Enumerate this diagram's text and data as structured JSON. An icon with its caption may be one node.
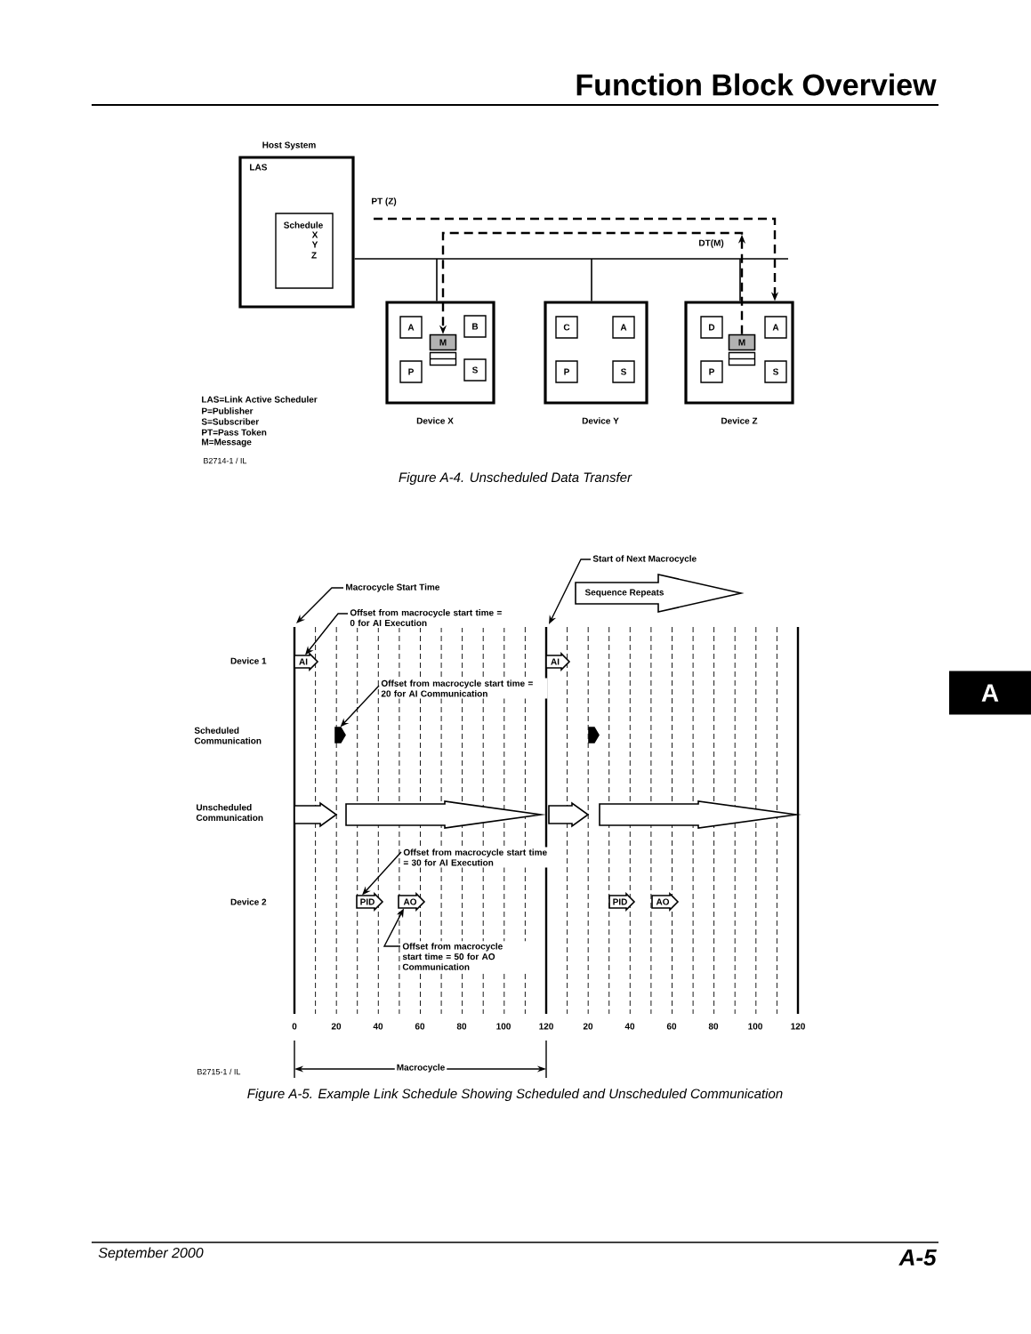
{
  "diagram": {
    "title": "Function Block Overview",
    "nodes": [
      {
        "text": [
          "Host System",
          "LAS"
        ]
      },
      {
        "text": [
          "Schedule",
          "X",
          "Y",
          "Z"
        ],
        "in": 0
      },
      {
        "text": [
          "Device X"
        ]
      },
      {
        "text": [
          "A"
        ],
        "in": 2
      },
      {
        "text": [
          "B"
        ],
        "in": 2
      },
      {
        "text": [
          "M"
        ],
        "in": 2
      },
      {
        "text": [
          "P"
        ],
        "in": 2
      },
      {
        "text": [
          "S"
        ],
        "in": 2
      },
      {
        "text": [
          "Device Y"
        ]
      },
      {
        "text": [
          "C"
        ],
        "in": 8
      },
      {
        "text": [
          "A"
        ],
        "in": 8
      },
      {
        "text": [
          "P"
        ],
        "in": 8
      },
      {
        "text": [
          "S"
        ],
        "in": 8
      },
      {
        "text": [
          "Device Z"
        ]
      },
      {
        "text": [
          "D"
        ],
        "in": 13
      },
      {
        "text": [
          "A"
        ],
        "in": 13
      },
      {
        "text": [
          "M"
        ],
        "in": 13
      },
      {
        "text": [
          "P"
        ],
        "in": 13
      },
      {
        "text": [
          "S"
        ],
        "in": 13
      },
      {
        "text": [
          "Start of Next Macrocycle"
        ]
      },
      {
        "text": [
          "Macrocycle Start Time"
        ]
      },
      {
        "text": [
          "Sequence Repeats"
        ]
      },
      {
        "text": [
          "Offset from macrocycle start time = 0 for AI Execution"
        ]
      },
      {
        "text": [
          "AI"
        ]
      },
      {
        "text": [
          "AI"
        ]
      },
      {
        "text": [
          "Offset from macrocycle start time = 20 for AI Communication"
        ]
      },
      {
        "text": [],
        "shape": "arrow"
      },
      {
        "text": [],
        "shape": "arrow"
      },
      {
        "text": [],
        "shape": "arrow"
      },
      {
        "text": [],
        "shape": "arrow"
      },
      {
        "text": [],
        "shape": "arrow"
      },
      {
        "text": [],
        "shape": "arrow"
      },
      {
        "text": [
          "Offset from macrocycle start time = 30 for AI Execution"
        ]
      },
      {
        "text": [
          "PID"
        ]
      },
      {
        "text": [
          "AO"
        ]
      },
      {
        "text": [
          "PID"
        ]
      },
      {
        "text": [
          "AO"
        ]
      },
      {
        "text": [
          "Offset from macrocycle start time = 50 for AO Communication"
        ]
      }
    ],
    "edges": [
      {
        "from": 0,
        "to": 2,
        "arrow": "none"
      },
      {
        "from": 0,
        "to": 8,
        "arrow": "none"
      },
      {
        "from": 0,
        "to": 13,
        "arrow": "none"
      },
      {
        "from": null,
        "to": 13,
        "arrow": "to",
        "label": "PT (Z)",
        "style": "dashed"
      },
      {
        "from": 16,
        "to": 5,
        "arrow": "to",
        "label": "DT(M)",
        "style": "dashed"
      },
      {
        "from": 20,
        "to": null,
        "arrow": "to"
      },
      {
        "from": 22,
        "to": 23,
        "arrow": "to"
      },
      {
        "from": 19,
        "to": null,
        "arrow": "to"
      },
      {
        "from": 25,
        "to": 26,
        "arrow": "to"
      },
      {
        "from": 32,
        "to": 33,
        "arrow": "to"
      },
      {
        "from": 37,
        "to": 34,
        "arrow": "to"
      }
    ],
    "labels": [
      "LAS=Link Active Scheduler",
      "P=Publisher",
      "S=Subscriber",
      "PT=Pass Token",
      "M=Message",
      "B2714-1 / IL",
      "Figure A-4. Unscheduled Data Transfer",
      "A",
      "Device 1",
      "Scheduled Communication",
      "Unscheduled Communication",
      "Device 2",
      "0",
      "20",
      "40",
      "60",
      "80",
      "100",
      "120",
      "20",
      "40",
      "60",
      "80",
      "100",
      "120",
      "Macrocycle",
      "B2715-1 / IL",
      "Figure A-5. Example Link Schedule Showing Scheduled and Unscheduled Communication",
      "September 2000",
      "A-5"
    ]
  }
}
